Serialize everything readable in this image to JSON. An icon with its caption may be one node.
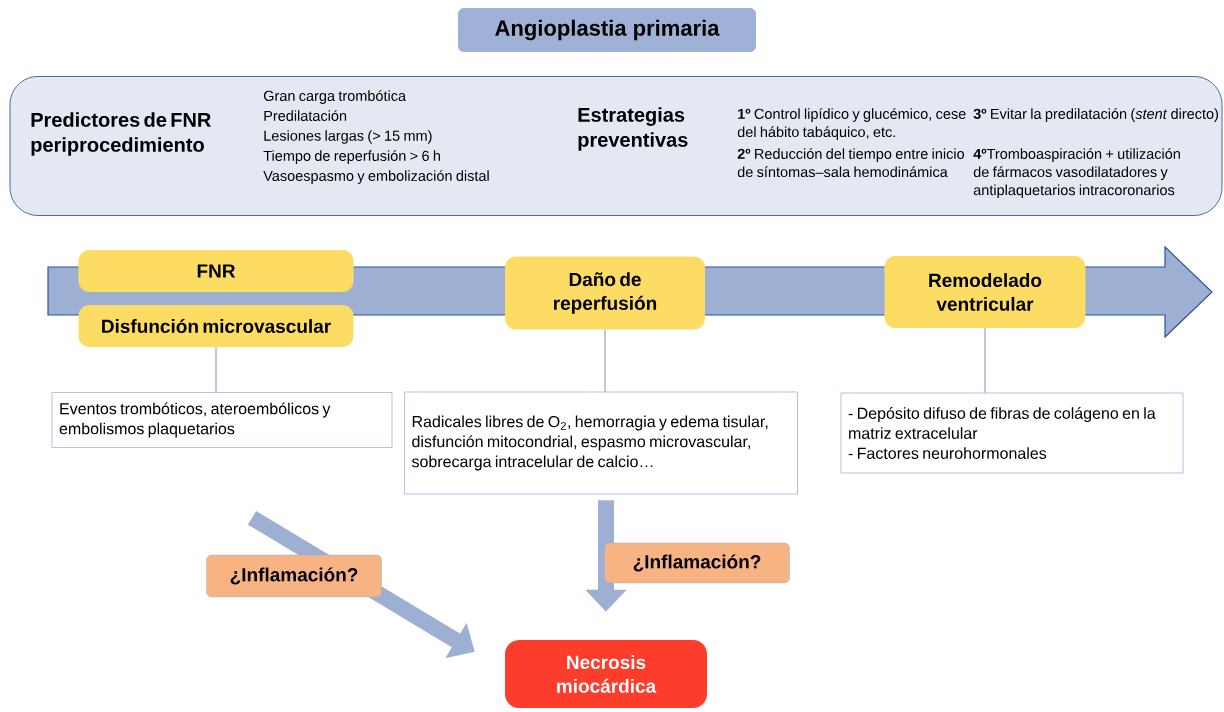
{
  "diagram": {
    "title": "Angioplastia primaria",
    "nodes": [
      {
        "text": [
          "Predictores de FNR periprocedimiento",
          "Gran carga trombótica",
          "Predilatación",
          "Lesiones largas (> 15 mm)",
          "Tiempo de reperfusión > 6 h",
          "Vasoespasmo y embolización distal",
          "Estrategias preventivas",
          "**1º** Control lipídico y glucémico, cese del hábito tabáquico, etc.",
          "**2º** Reducción del tiempo entre inicio de síntomas–sala hemodinámica",
          "**3º** Evitar la predilatación (*stent* directo)",
          "**4º**Tromboaspiración + utilización de fármacos vasodilatadores y antiplaquetarios intracoronarios"
        ]
      },
      {
        "text": [
          "FNR"
        ]
      },
      {
        "text": [
          "Disfunción microvascular"
        ]
      },
      {
        "text": [
          "Daño de reperfusión"
        ]
      },
      {
        "text": [
          "Remodelado ventricular"
        ]
      },
      {
        "text": [
          "Eventos trombóticos, ateroembólicos y embolismos plaquetarios"
        ]
      },
      {
        "text": [
          "Radicales libres de O$_{2}$, hemorragia y edema tisular, disfunción mitocondrial, espasmo microvascular, sobrecarga intracelular de calcio…"
        ]
      },
      {
        "text": [
          "- Depósito difuso de fibras de colágeno en la matriz extracelular",
          "- Factores neurohormonales"
        ]
      },
      {
        "text": [
          "Necrosis miocárdica"
        ]
      }
    ],
    "edges": [
      {
        "from": 2,
        "to": 5,
        "arrow": "none"
      },
      {
        "from": 3,
        "to": 6,
        "arrow": "none"
      },
      {
        "from": 4,
        "to": 7,
        "arrow": "none"
      },
      {
        "from": 5,
        "to": 8,
        "arrow": "to",
        "style": "thick",
        "label": "¿Inflamación?"
      },
      {
        "from": 6,
        "to": 8,
        "arrow": "to",
        "style": "thick",
        "label": "¿Inflamación?"
      }
    ]
  }
}
